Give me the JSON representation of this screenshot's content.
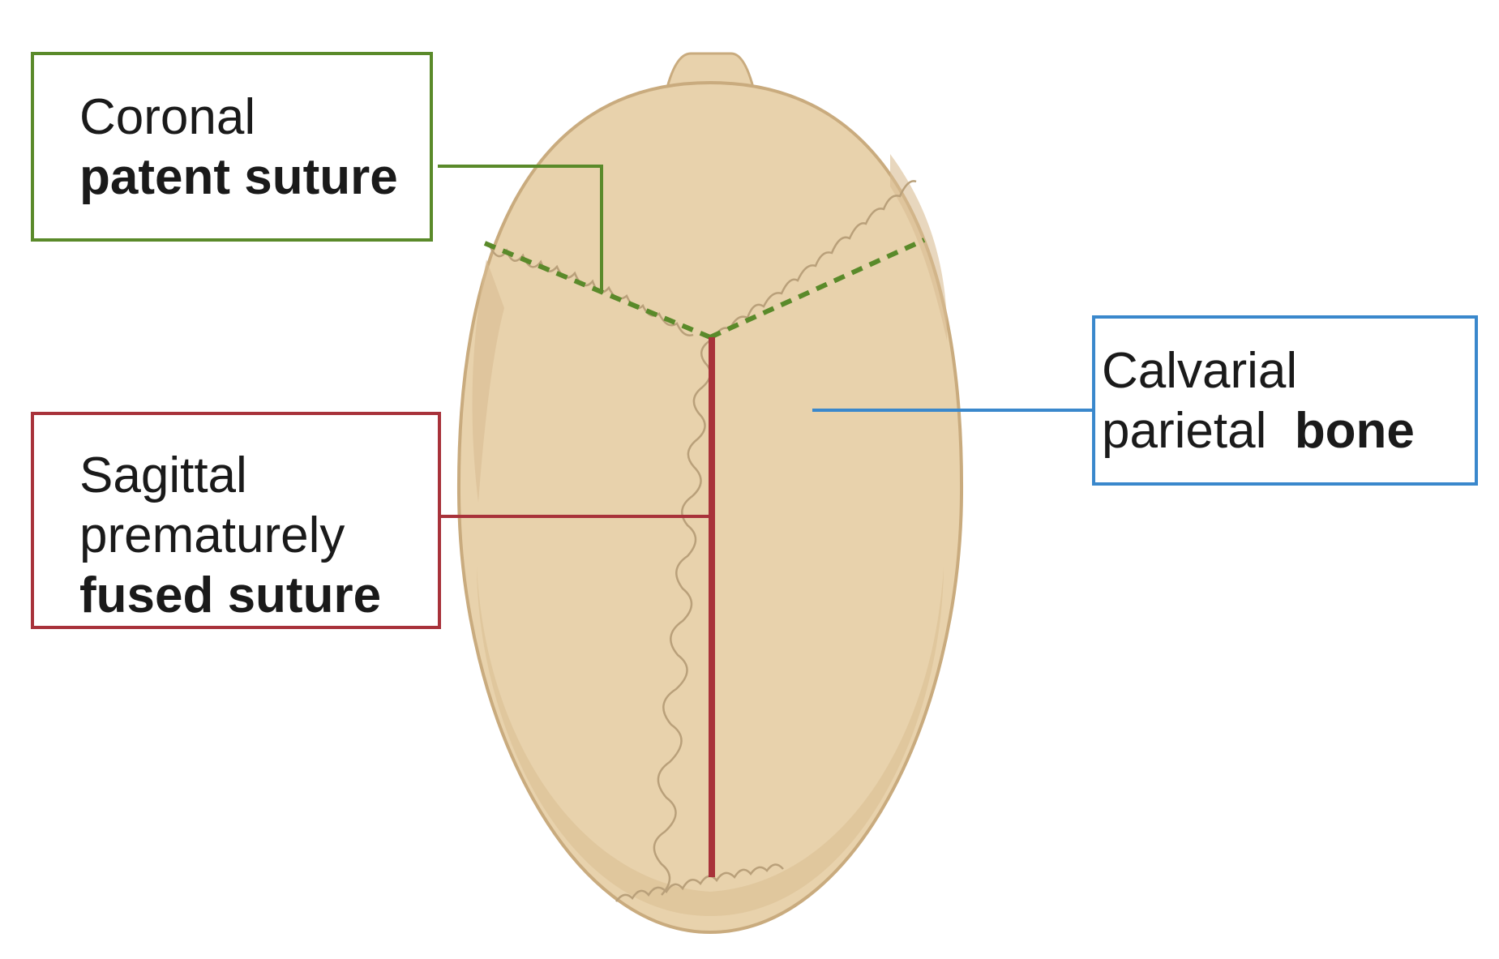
{
  "colors": {
    "coronal": "#5a8a2a",
    "sagittal": "#a8323a",
    "calvarial": "#3a88cc",
    "bone_fill": "#e8d2ac",
    "bone_shade": "#d9bd92",
    "bone_outline": "#c9ab7e",
    "suture_detail": "#b9a07a"
  },
  "labels": {
    "coronal": {
      "line1": "Coronal",
      "line2_bold": "patent suture"
    },
    "sagittal": {
      "line1": "Sagittal",
      "line2": "prematurely",
      "line3_bold": "fused suture"
    },
    "calvarial": {
      "line1": "Calvarial",
      "line2": "parietal",
      "line2_bold": "bone"
    }
  }
}
